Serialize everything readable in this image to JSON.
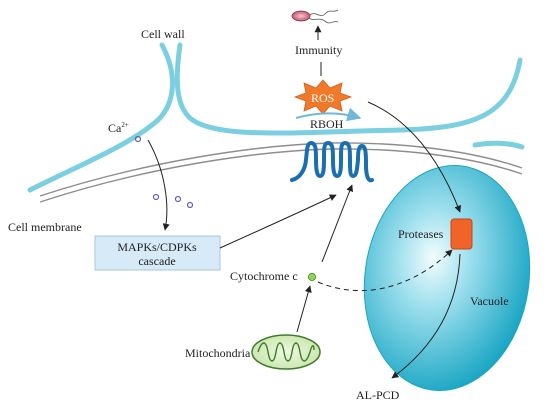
{
  "labels": {
    "cell_wall": "Cell wall",
    "immunity": "Immunity",
    "ros": "ROS",
    "rboh": "RBOH",
    "calcium": "Ca",
    "calcium_charge": "2+",
    "cell_membrane": "Cell membrane",
    "cascade_line1": "MAPKs/CDPKs",
    "cascade_line2": "cascade",
    "cytochrome": "Cytochrome c",
    "proteases": "Proteases",
    "vacuole": "Vacuole",
    "mitochondria": "Mitochondria",
    "al_pcd": "AL-PCD"
  },
  "colors": {
    "cell_wall": "#7ccfe0",
    "membrane": "#8a8a8a",
    "rboh_protein": "#1a6fb0",
    "ros_star": "#f07a2a",
    "vacuole_center": "#e8f9fc",
    "vacuole_edge": "#1fb1cc",
    "proteases": "#f0642a",
    "cascade_box": "#d7eaf7",
    "mitochondria_fill": "#dff0cc",
    "mitochondria_stroke": "#3d7a2c",
    "cytochrome_dot": "#8fd45a",
    "calcium_ion": "#6b5bb0"
  }
}
